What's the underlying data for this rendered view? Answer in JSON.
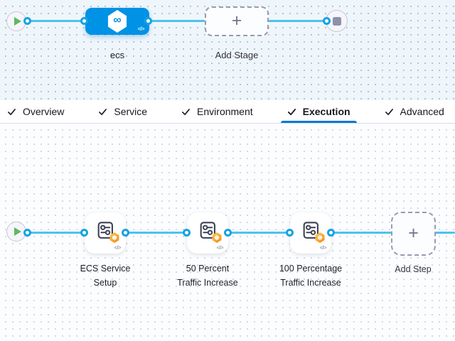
{
  "pipeline_studio": {
    "stage_graph": {
      "start_node": {
        "icon": "play-icon"
      },
      "stage_node": {
        "label": "ecs",
        "icon": "cd-hexagon-icon",
        "code_toggle": "</>"
      },
      "add_stage": {
        "label": "Add Stage",
        "plus": "+"
      },
      "end_node": {
        "icon": "stop-icon"
      }
    },
    "tab_bar": {
      "tabs": [
        {
          "label": "Overview",
          "checked": true,
          "active": false
        },
        {
          "label": "Service",
          "checked": true,
          "active": false
        },
        {
          "label": "Environment",
          "checked": true,
          "active": false
        },
        {
          "label": "Execution",
          "checked": true,
          "active": true
        },
        {
          "label": "Advanced",
          "checked": true,
          "active": false
        }
      ]
    },
    "execution_graph": {
      "start_node": {
        "icon": "play-icon"
      },
      "steps": [
        {
          "line1": "ECS Service",
          "line2": "Setup",
          "icon": "step-sliders-icon",
          "badge": "orange-hexagon-badge-icon",
          "code_toggle": "</>"
        },
        {
          "line1": "50 Percent",
          "line2": "Traffic Increase",
          "icon": "step-sliders-icon",
          "badge": "orange-hexagon-badge-icon",
          "code_toggle": "</>"
        },
        {
          "line1": "100 Percentage",
          "line2": "Traffic Increase",
          "icon": "step-sliders-icon",
          "badge": "orange-hexagon-badge-icon",
          "code_toggle": "</>"
        }
      ],
      "add_step": {
        "label": "Add Step",
        "plus": "+"
      }
    },
    "colors": {
      "edge_blue": "#4cc3ee",
      "connector_blue": "#14a2e4",
      "stage_node_blue": "#0092e4",
      "active_tab_underline": "#0278d5",
      "play_green": "#5eb964",
      "stop_gray": "#8e91a8",
      "badge_orange": "#f68f1e"
    }
  }
}
